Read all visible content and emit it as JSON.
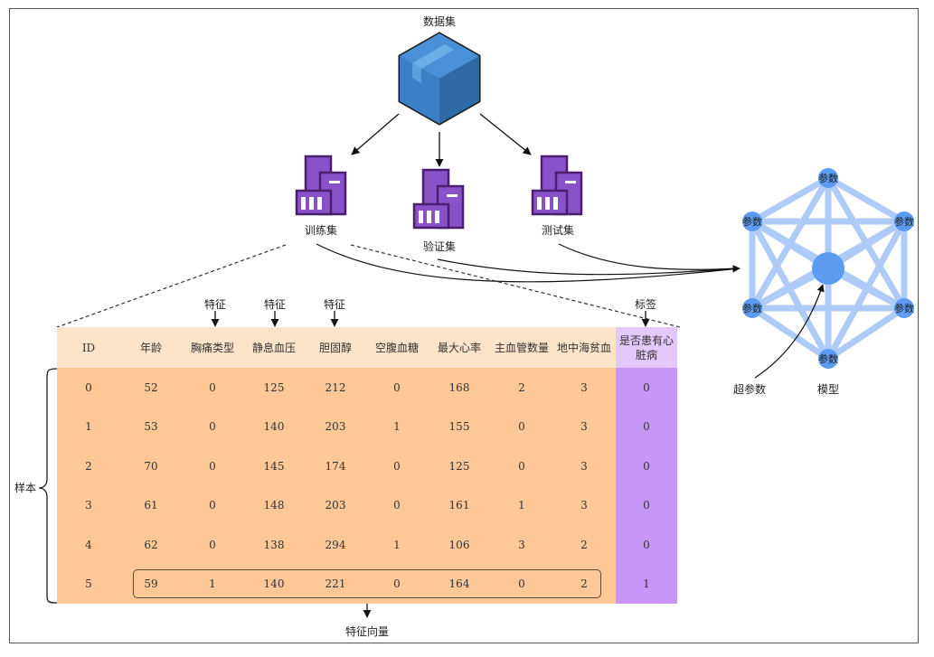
{
  "dataset": {
    "label": "数据集",
    "icon": "package-box-icon"
  },
  "splits": [
    {
      "label": "训练集",
      "icon": "database-building-icon"
    },
    {
      "label": "验证集",
      "icon": "database-building-icon"
    },
    {
      "label": "测试集",
      "icon": "database-building-icon"
    }
  ],
  "model": {
    "label": "模型",
    "node_label": "参数",
    "node_count": 6,
    "hyperparam_label": "超参数"
  },
  "annotations": {
    "feature_label": "特征",
    "target_label": "标签",
    "sample_label": "样本",
    "feature_vector_label": "特征向量"
  },
  "table": {
    "columns": [
      "ID",
      "年龄",
      "胸痛类型",
      "静息血压",
      "胆固醇",
      "空腹血糖",
      "最大心率",
      "主血管数量",
      "地中海贫血",
      "是否患有心脏病"
    ],
    "rows": [
      [
        "0",
        "52",
        "0",
        "125",
        "212",
        "0",
        "168",
        "2",
        "3",
        "0"
      ],
      [
        "1",
        "53",
        "0",
        "140",
        "203",
        "1",
        "155",
        "0",
        "3",
        "0"
      ],
      [
        "2",
        "70",
        "0",
        "145",
        "174",
        "0",
        "125",
        "0",
        "3",
        "0"
      ],
      [
        "3",
        "61",
        "0",
        "148",
        "203",
        "0",
        "161",
        "1",
        "3",
        "0"
      ],
      [
        "4",
        "62",
        "0",
        "138",
        "294",
        "1",
        "106",
        "3",
        "2",
        "0"
      ],
      [
        "5",
        "59",
        "1",
        "140",
        "221",
        "0",
        "164",
        "0",
        "2",
        "1"
      ]
    ]
  },
  "colors": {
    "feature_header": "#fde3c8",
    "feature_cell": "#fdc796",
    "label_header": "#e2c8fb",
    "label_cell": "#c896f8",
    "box_blue": "#2f6fb0",
    "split_purple": "#8a52c8",
    "node_blue": "#5b9bf0",
    "edge_blue": "#aecbf7"
  }
}
